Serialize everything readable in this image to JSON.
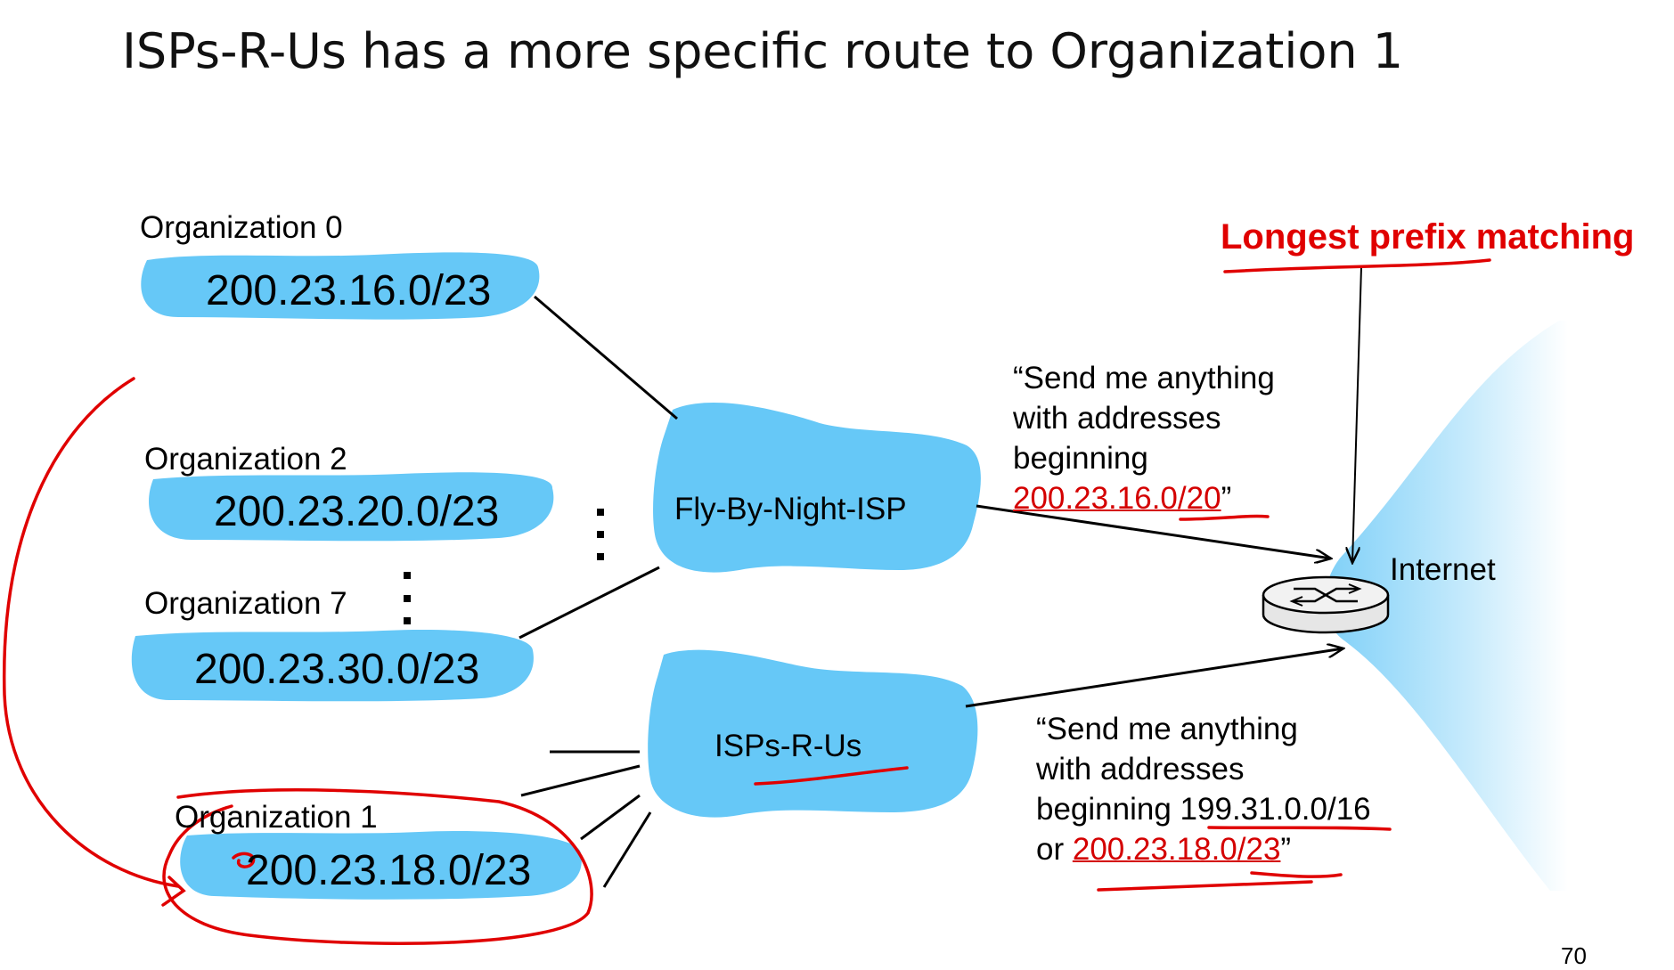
{
  "slide": {
    "title": "ISPs-R-Us has a more specific route to Organization 1",
    "page_number": "70"
  },
  "organizations": [
    {
      "label": "Organization 0",
      "prefix": "200.23.16.0/23"
    },
    {
      "label": "Organization 2",
      "prefix": "200.23.20.0/23"
    },
    {
      "label": "Organization 7",
      "prefix": "200.23.30.0/23"
    },
    {
      "label": "Organization 1",
      "prefix": "200.23.18.0/23"
    }
  ],
  "isps": {
    "fly_by_night": "Fly-By-Night-ISP",
    "isps_r_us": "ISPs-R-Us"
  },
  "internet_label": "Internet",
  "annotation": "Longest prefix matching",
  "advertisements": {
    "fly_by_night": {
      "line1": "“Send me anything",
      "line2": "with addresses",
      "line3": "beginning",
      "prefix": "200.23.16.0/20",
      "close": "”"
    },
    "isps_r_us": {
      "line1": "“Send me anything",
      "line2": "with addresses",
      "line3_prefix_text": "beginning ",
      "prefix1": "199.31.0.0/16",
      "or_text": "or ",
      "prefix2": "200.23.18.0/23",
      "close": "”"
    }
  },
  "colors": {
    "cloud": "#66c8f7",
    "annotation_red": "#e00000",
    "link": "#000000"
  }
}
